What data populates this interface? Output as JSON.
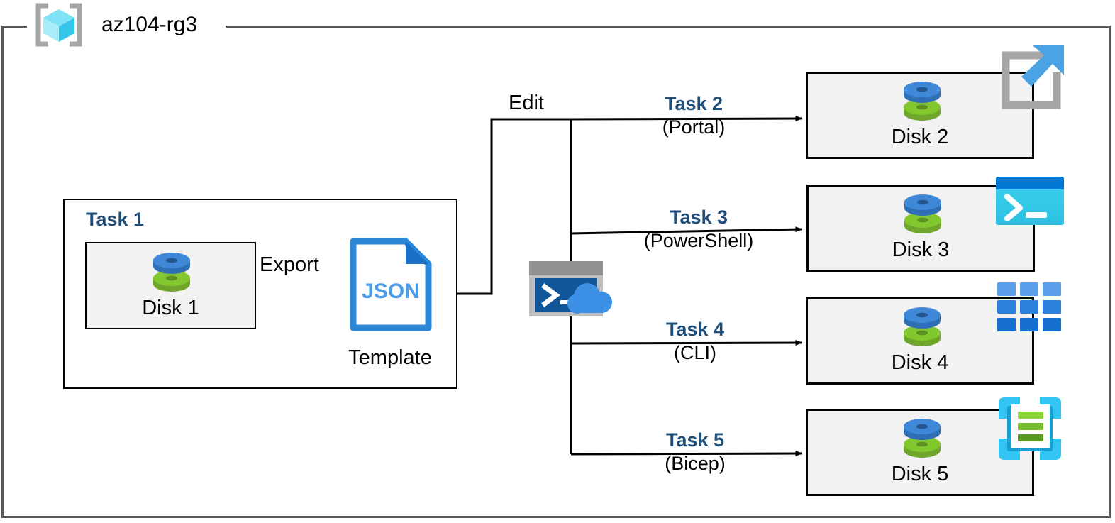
{
  "diagram": {
    "resource_group": {
      "name": "az104-rg3",
      "icon": "resource-group-cube-icon"
    },
    "colors": {
      "task_label": "#1F4E79",
      "box_fill": "#F2F2F2",
      "box_border": "#000000",
      "frame_border": "#595959",
      "disk_blue": "#3C87D8",
      "disk_green": "#7AB829",
      "json_blue": "#2B88D8",
      "cloudshell_terminal": "#125699",
      "cloudshell_cloud": "#3C91E6",
      "portal_arrow": "#4BA3E3",
      "portal_bracket": "#A6A6A6",
      "powershell_title": "#0078D4",
      "powershell_body": "#32CDEB",
      "cli_tile": "#1B78D4",
      "bicep_frame": "#32C5F4",
      "bicep_bar": "#76BC2D"
    },
    "task1": {
      "title": "Task 1",
      "disk": {
        "label": "Disk 1",
        "icon": "managed-disk-icon"
      },
      "export_label": "Export",
      "template": {
        "file_type": "JSON",
        "caption": "Template",
        "icon": "json-file-icon"
      }
    },
    "edit_label": "Edit",
    "cloudshell": {
      "icon": "cloud-shell-icon"
    },
    "branches": [
      {
        "task": "Task 2",
        "tool": "(Portal)",
        "disk_label": "Disk 2",
        "disk_icon": "managed-disk-icon",
        "service_icon": "azure-portal-icon"
      },
      {
        "task": "Task 3",
        "tool": "(PowerShell)",
        "disk_label": "Disk 3",
        "disk_icon": "managed-disk-icon",
        "service_icon": "powershell-icon"
      },
      {
        "task": "Task 4",
        "tool": "(CLI)",
        "disk_label": "Disk 4",
        "disk_icon": "managed-disk-icon",
        "service_icon": "azure-cli-icon"
      },
      {
        "task": "Task 5",
        "tool": "(Bicep)",
        "disk_label": "Disk 5",
        "disk_icon": "managed-disk-icon",
        "service_icon": "bicep-icon"
      }
    ]
  }
}
